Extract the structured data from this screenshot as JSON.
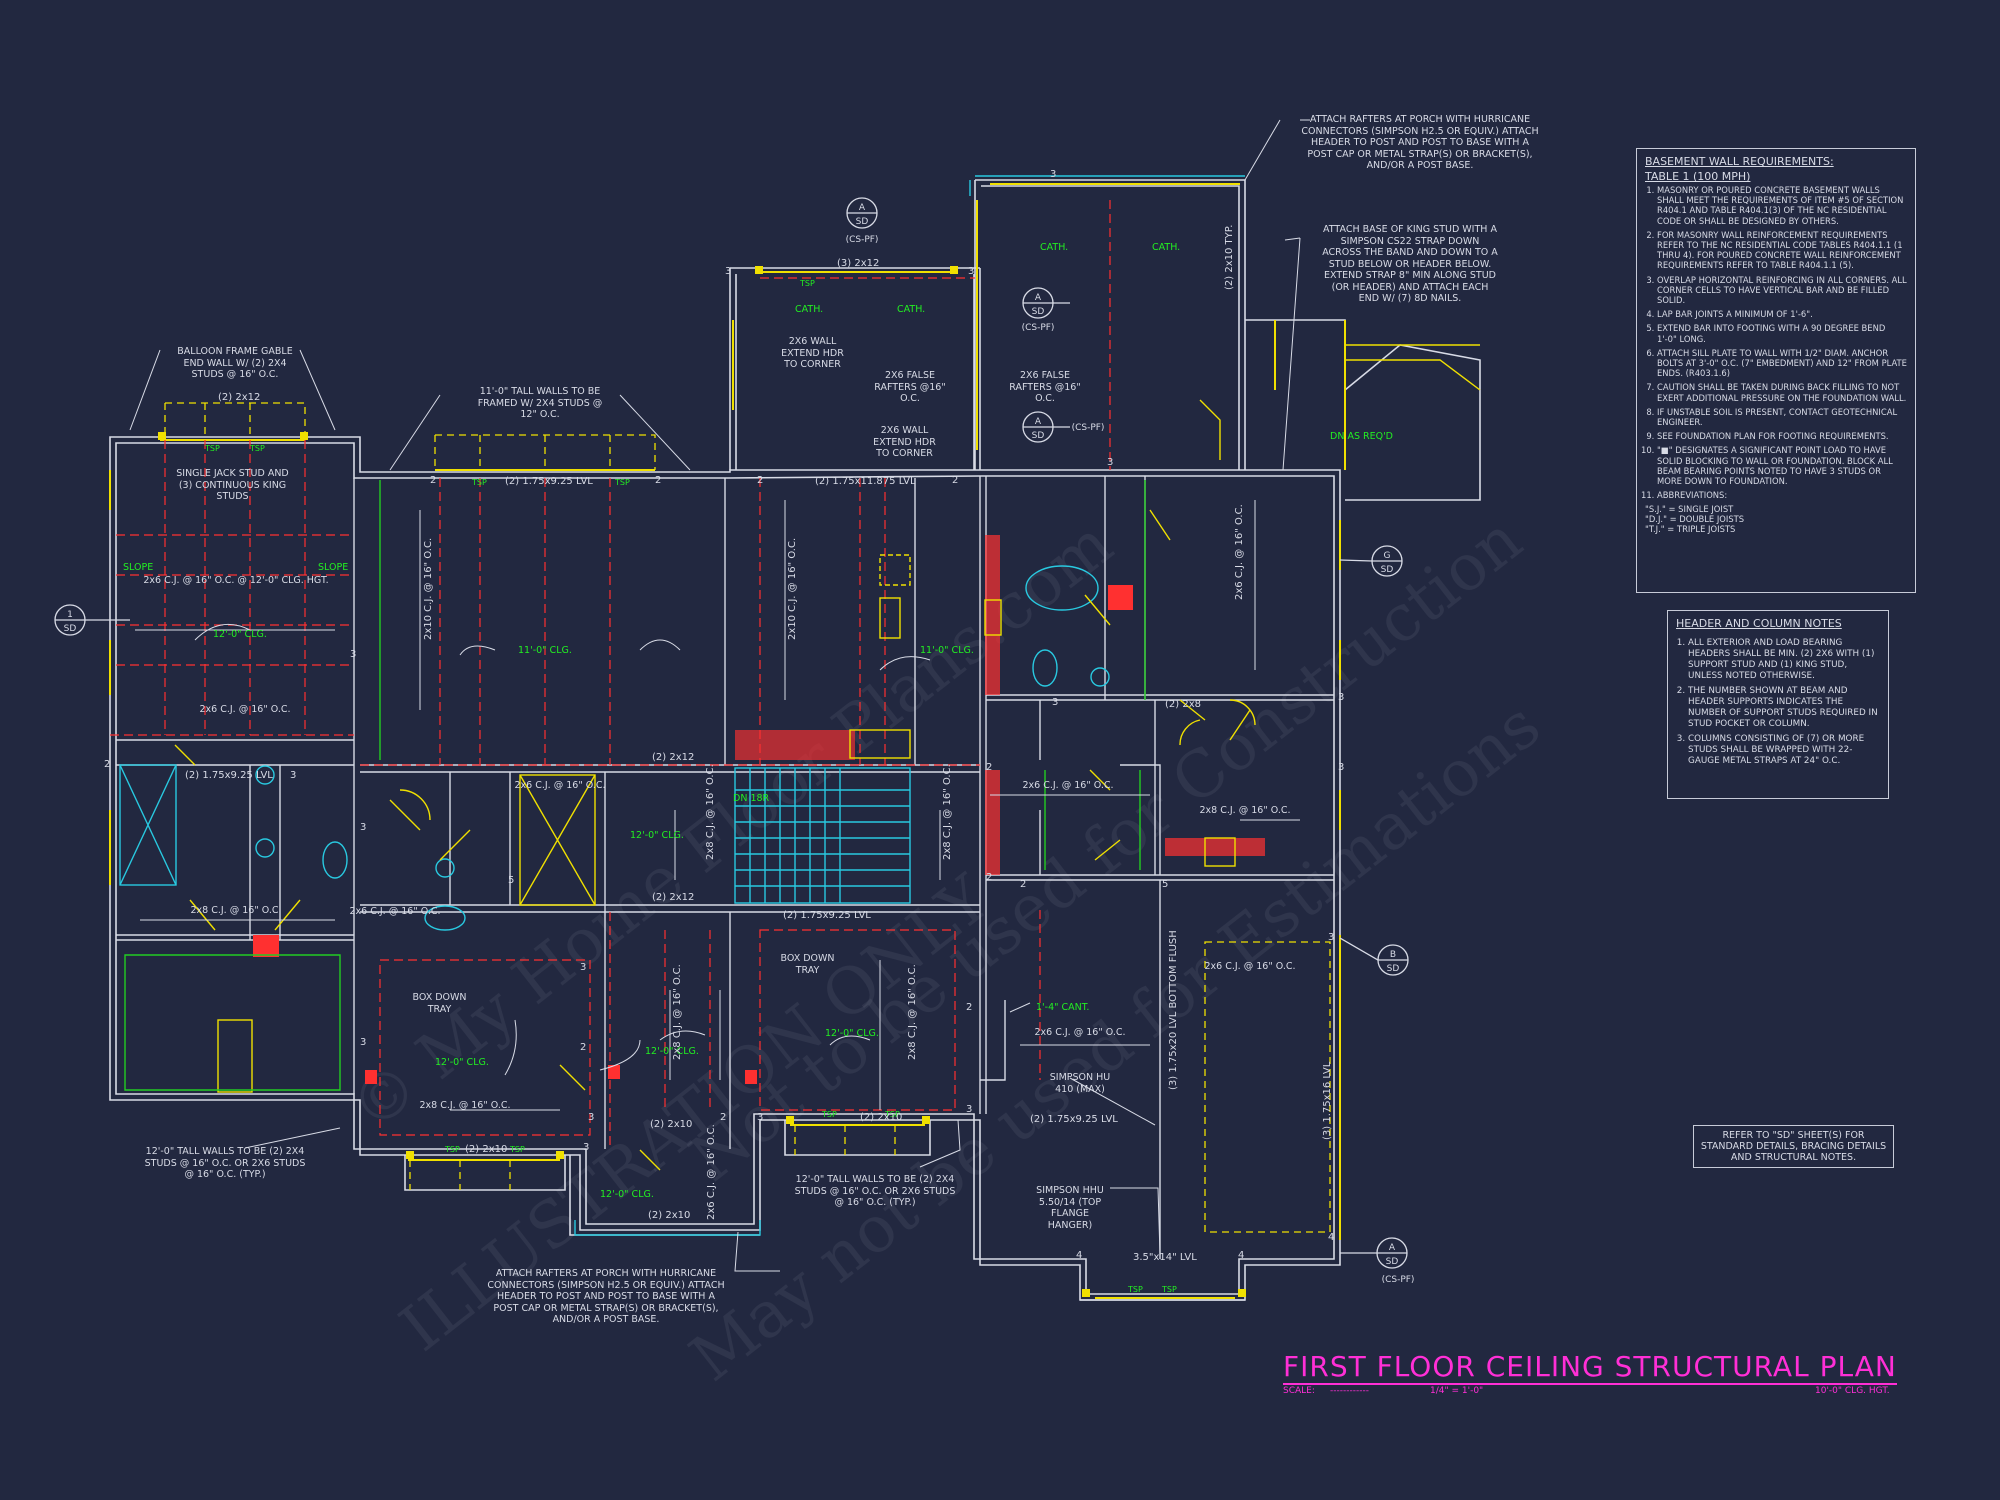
{
  "drawing_title": "FIRST FLOOR CEILING STRUCTURAL PLAN",
  "scale_label": "SCALE:",
  "scale_dashes": "------------",
  "scale_value": "1/4\" = 1'-0\"",
  "ceiling_height": "10'-0\" CLG. HGT.",
  "watermarks": [
    "© My Home Floor Plans.com",
    "ILLUSTRATION ONLY",
    "Not to be used for Construction",
    "May not be used for Estimations"
  ],
  "notes": {
    "porch_top": "ATTACH RAFTERS AT PORCH WITH HURRICANE CONNECTORS (SIMPSON H2.5 OR EQUIV.) ATTACH HEADER TO POST AND POST TO BASE WITH A POST CAP OR METAL STRAP(S) OR BRACKET(S), AND/OR A POST BASE.",
    "king_stud": "ATTACH BASE OF KING STUD WITH A SIMPSON CS22 STRAP DOWN ACROSS THE BAND AND DOWN TO A STUD BELOW OR HEADER BELOW. EXTEND STRAP 8\" MIN ALONG STUD (OR HEADER) AND ATTACH EACH END W/ (7) 8d NAILS.",
    "balloon": "BALLOON FRAME GABLE END WALL W/ (2) 2x4 STUDS @ 16\" O.C.",
    "tall_walls_top": "11'-0\" TALL WALLS TO BE FRAMED W/ 2x4 STUDS @ 12\" O.C.",
    "jack_stud": "SINGLE JACK STUD AND (3) CONTINUOUS KING STUDS",
    "tall_walls_left": "12'-0\" TALL WALLS TO BE (2) 2x4 STUDS @ 16\" O.C. OR 2x6 STUDS @ 16\" O.C. (TYP.)",
    "tall_walls_mid": "12'-0\" TALL WALLS TO BE (2) 2x4 STUDS @ 16\" O.C. OR 2x6 STUDS @ 16\" O.C. (TYP.)",
    "porch_bottom": "ATTACH RAFTERS AT PORCH WITH HURRICANE CONNECTORS (SIMPSON H2.5 OR EQUIV.) ATTACH HEADER TO POST AND POST TO BASE WITH A POST CAP OR METAL STRAP(S) OR BRACKET(S), AND/OR A POST BASE.",
    "simpson_hu": "SIMPSON HU 410 (MAX)",
    "simpson_hhu": "SIMPSON HHU 5.50/14 (TOP FLANGE HANGER)",
    "box_down_1": "BOX DOWN TRAY",
    "box_down_2": "BOX DOWN TRAY",
    "wall_hdr_1": "2x6 WALL EXTEND HDR TO CORNER",
    "wall_hdr_2": "2x6 WALL EXTEND HDR TO CORNER",
    "false_rafters_1": "2x6 FALSE RAFTERS @16\" O.C.",
    "false_rafters_2": "2x6 FALSE RAFTERS @16\" O.C.",
    "dn_as_reqd": "DN AS REQ'D",
    "ref_sd": "REFER TO \"SD\" SHEET(S) FOR STANDARD DETAILS, BRACING DETAILS AND STRUCTURAL NOTES."
  },
  "basement": {
    "title": "BASEMENT WALL REQUIREMENTS:",
    "subtitle": "TABLE 1 (100 MPH)",
    "items": [
      "MASONRY OR POURED CONCRETE BASEMENT WALLS SHALL MEET THE REQUIREMENTS OF ITEM #5 OF SECTION R404.1 AND TABLE R404.1(3) OF THE NC RESIDENTIAL CODE OR SHALL BE DESIGNED BY OTHERS.",
      "FOR MASONRY WALL REINFORCEMENT REQUIREMENTS REFER TO THE NC RESIDENTIAL CODE TABLES R404.1.1 (1 THRU 4). FOR POURED CONCRETE WALL REINFORCEMENT REQUIREMENTS REFER TO TABLE R404.1.1 (5).",
      "OVERLAP HORIZONTAL REINFORCING IN ALL CORNERS. ALL CORNER CELLS TO HAVE VERTICAL BAR AND BE FILLED SOLID.",
      "LAP BAR JOINTS A MINIMUM OF 1'-6\".",
      "EXTEND BAR INTO FOOTING WITH A 90 DEGREE BEND 1'-0\" LONG.",
      "ATTACH SILL PLATE TO WALL WITH 1/2\" DIAM. ANCHOR BOLTS AT 3'-0\" O.C. (7\" EMBEDMENT) AND 12\" FROM PLATE ENDS. (R403.1.6)",
      "CAUTION SHALL BE TAKEN DURING BACK FILLING TO NOT EXERT ADDITIONAL PRESSURE ON THE FOUNDATION WALL.",
      "IF UNSTABLE SOIL IS PRESENT, CONTACT GEOTECHNICAL ENGINEER.",
      "SEE FOUNDATION PLAN FOR FOOTING REQUIREMENTS.",
      "\"■\" DESIGNATES A SIGNIFICANT POINT LOAD TO HAVE SOLID BLOCKING TO WALL OR FOUNDATION. BLOCK ALL BEAM BEARING POINTS NOTED TO HAVE 3 STUDS OR MORE DOWN TO FOUNDATION.",
      "ABBREVIATIONS:"
    ],
    "abbreviations": [
      "\"S.J.\" = SINGLE JOIST",
      "\"D.J.\" = DOUBLE JOISTS",
      "\"T.J.\" = TRIPLE JOISTS"
    ]
  },
  "header_notes": {
    "title": "HEADER AND COLUMN NOTES",
    "items": [
      "ALL EXTERIOR AND LOAD BEARING HEADERS SHALL BE MIN. (2) 2x6 WITH (1) SUPPORT STUD AND (1) KING STUD, UNLESS NOTED OTHERWISE.",
      "THE NUMBER SHOWN AT BEAM AND HEADER SUPPORTS INDICATES THE NUMBER OF SUPPORT STUDS REQUIRED IN STUD POCKET OR COLUMN.",
      "COLUMNS CONSISTING OF (7) OR MORE STUDS SHALL BE WRAPPED WITH 22-GAUGE METAL STRAPS AT 24\" O.C."
    ]
  },
  "section_markers": [
    {
      "letter": "A",
      "sheet": "SD",
      "ref": "(CS-PF)"
    },
    {
      "letter": "A",
      "sheet": "SD",
      "ref": "(CS-PF)"
    },
    {
      "letter": "A",
      "sheet": "SD",
      "ref": "(CS-PF)"
    },
    {
      "letter": "A",
      "sheet": "SD",
      "ref": "(CS-PF)"
    },
    {
      "letter": "1",
      "sheet": "SD",
      "ref": ""
    },
    {
      "letter": "G",
      "sheet": "SD",
      "ref": ""
    },
    {
      "letter": "B",
      "sheet": "SD",
      "ref": ""
    }
  ],
  "beams": {
    "lvl_top_left": "(2) 1.75x9.25 LVL",
    "lvl_top_mid": "(2) 1.75x11.875 LVL",
    "lvl_stair": "(2) 1.75x9.25 LVL",
    "lvl_bottom": "(2) 1.75x9.25 LVL",
    "lvl_left": "(2) 1.75x9.25 LVL",
    "lvl_flush": "(3) 1.75x20 LVL BOTTOM FLUSH",
    "lvl_garage": "(3) 1.75x16 LVL",
    "lvl_base": "3.5\"x14\" LVL",
    "h_2x12_a": "(2) 2x12",
    "h_2x12_b": "(3) 2x12",
    "h_2x12_c": "(2) 2x12",
    "h_2x12_d": "(2) 2x12",
    "h_2x10_a": "(2) 2x10",
    "h_2x10_b": "(2) 2x10",
    "h_2x10_c": "(2) 2x10",
    "h_2x10_d": "(2) 2x10",
    "h_2x8": "(2) 2x8",
    "h_2x10_typ": "(2) 2x10 TYP."
  },
  "joists": {
    "cj_16": "2x10 C.J. @ 16\" O.C.",
    "cj_a": "2x6 C.J. @ 16\" O.C.",
    "cj_b": "2x8 C.J. @ 16\" O.C.",
    "cj_c": "2x8 C.J. @ 16\" O.C.",
    "cj_d": "2x6 C.J. @ 16\" O.C.",
    "cj_e": "2x6 C.J. @ 16\" O.C.",
    "cj_f": "2x8 C.J. @ 16\" O.C.",
    "cj_g": "2x6 C.J. @ 16\" O.C.",
    "cj_h": "2x6 C.J. @ 16\" O.C.",
    "cj_i": "2x6 C.J. @ 16\" O.C.",
    "cj_clg": "2x6 C.J. @ 16\" O.C. @ 12'-0\" CLG. HGT."
  },
  "green_labels": {
    "slope_l": "SLOPE",
    "slope_r": "SLOPE",
    "clg_12": "12'-0\" CLG.",
    "clg_11a": "11'-0\" CLG.",
    "clg_11b": "11'-0\" CLG.",
    "clg_12b": "12'-0\" CLG.",
    "clg_12c": "12'-0\" CLG.",
    "clg_12d": "12'-0\" CLG.",
    "clg_12e": "12'-0\" CLG.",
    "clg_12f": "12'-0\" CLG.",
    "cant": "1'-4\" CANT.",
    "cath1": "CATH.",
    "cath2": "CATH.",
    "cath3": "CATH.",
    "cath4": "CATH.",
    "tsp": "TSP",
    "dn": "DN 18R"
  },
  "colors": {
    "background": "#222840",
    "wall": "#d8dbe6",
    "beam": "#ff3030",
    "hatch": "#f0e000",
    "label_green": "#22ee22",
    "accent_cyan": "#29c9e0",
    "title_magenta": "#ff2fd6"
  }
}
